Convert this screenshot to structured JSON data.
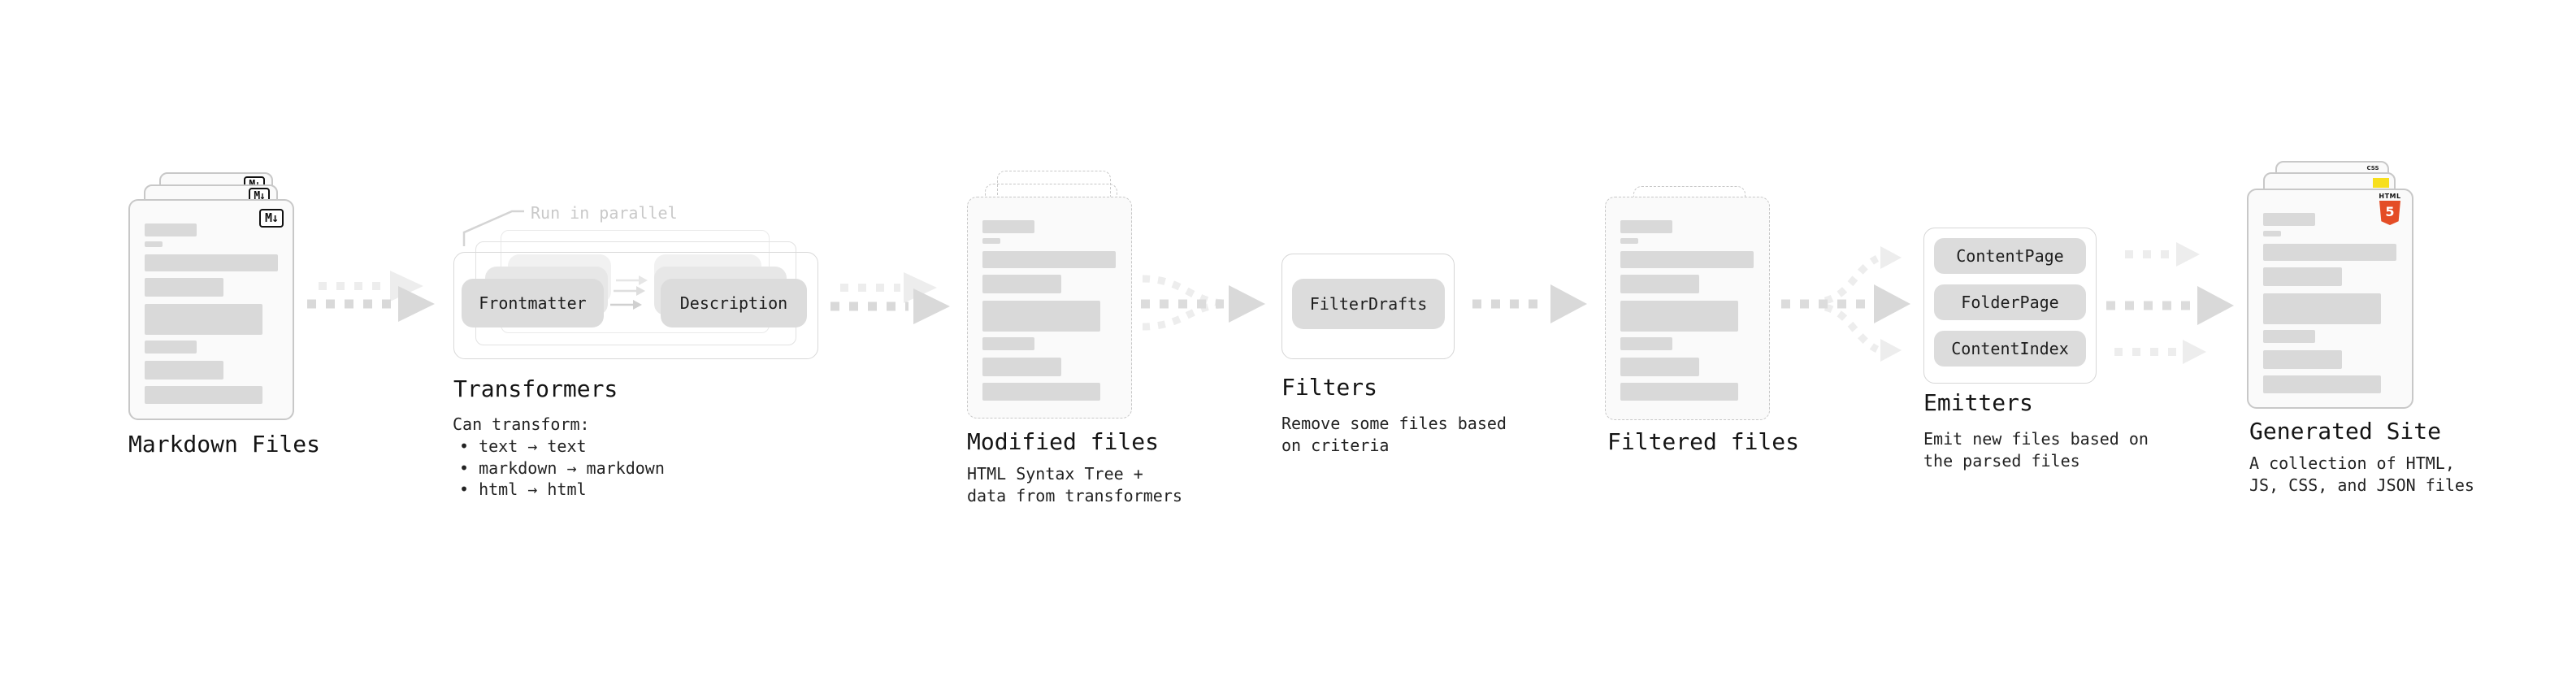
{
  "diagram": {
    "stages": {
      "markdown_files": {
        "title": "Markdown Files",
        "badge": "M↓"
      },
      "transformers": {
        "title": "Transformers",
        "note": "Run in parallel",
        "source_pill": "Frontmatter",
        "target_pill": "Description",
        "caption_heading": "Can transform:",
        "bullets": [
          "• text → text",
          "• markdown → markdown",
          "• html → html"
        ]
      },
      "modified_files": {
        "title": "Modified files",
        "caption": "HTML Syntax Tree +\ndata from transformers"
      },
      "filters": {
        "title": "Filters",
        "pill": "FilterDrafts",
        "caption": "Remove some files based\non criteria"
      },
      "filtered_files": {
        "title": "Filtered files"
      },
      "emitters": {
        "title": "Emitters",
        "pills": [
          "ContentPage",
          "FolderPage",
          "ContentIndex"
        ],
        "caption": "Emit new files based on\nthe parsed files"
      },
      "generated_site": {
        "title": "Generated Site",
        "caption": "A collection of HTML,\nJS, CSS, and JSON files",
        "html_badge_word": "HTML",
        "html_badge_number": "5",
        "css_badge_word": "CSS"
      }
    },
    "colors": {
      "arrow_dark": "#d9d9d9",
      "arrow_mid": "#dcdcdc",
      "arrow_light": "#ededed",
      "pill_bg": "#dcdcdc",
      "pill_ghost": "#e7e7e7",
      "pill_ghost_far": "#f1f1f1",
      "card_bg": "#fafafa",
      "card_border": "#c8c8c8",
      "doc_line": "#d9d9d9",
      "box_border": "#d9d9d9",
      "text_primary": "#1a1a1a",
      "note_gray": "#c9c9c9",
      "html5_orange": "#e44d26",
      "css_blue": "#2965f1",
      "js_yellow": "#f7df1e",
      "md_badge_border": "#111111"
    }
  }
}
